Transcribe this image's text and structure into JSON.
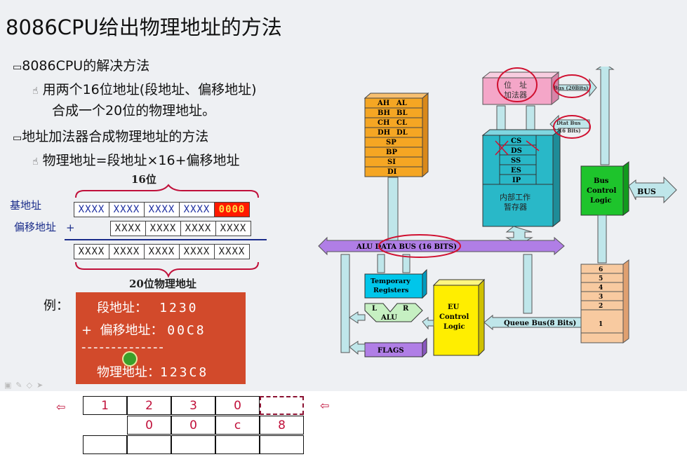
{
  "title": "8086CPU给出物理地址的方法",
  "bullets": {
    "b1": "8086CPU的解决方法",
    "b1_icon": "monitor-icon",
    "b2_line1": "用两个16位地址(段地址、偏移地址)",
    "b2_line2": "合成一个20位的物理地址。",
    "b2_icon": "hand-pointer-icon",
    "b3": "地址加法器合成物理地址的方法",
    "b3_icon": "monitor-icon",
    "b4": "物理地址=段地址×16+偏移地址",
    "b4_icon": "hand-pointer-icon"
  },
  "addr_diagram": {
    "label_16": "16位",
    "label_20": "20位物理地址",
    "base_label": "基地址",
    "offset_label": "偏移地址",
    "plus": "+",
    "base_cells": [
      "XXXX",
      "XXXX",
      "XXXX",
      "XXXX",
      "0000"
    ],
    "offset_cells": [
      "XXXX",
      "XXXX",
      "XXXX",
      "XXXX"
    ],
    "result_cells": [
      "XXXX",
      "XXXX",
      "XXXX",
      "XXXX",
      "XXXX"
    ]
  },
  "example": {
    "label": "例：",
    "seg_label": "段地址：",
    "seg_value": "1230",
    "plus": "+",
    "off_label": "偏移地址：",
    "off_value": "00C8",
    "divider": "--------------",
    "phys_label": "物理地址：",
    "phys_value": "123C8"
  },
  "cpu_diagram": {
    "registers": [
      "AH",
      "AL",
      "BH",
      "BL",
      "CH",
      "CL",
      "DH",
      "DL",
      "SP",
      "BP",
      "SI",
      "DI"
    ],
    "adder": "位　址 加法器",
    "adder_l1": "位　址",
    "adder_l2": "加法器",
    "bus_20": "Bus (20Bits)",
    "data_bus_l1": "Dtat Bus",
    "data_bus_l2": "(16 Bits)",
    "seg_regs": [
      "CS",
      "DS",
      "SS",
      "ES",
      "IP"
    ],
    "temp_regs_l1": "内部工作",
    "temp_regs_l2": "暂存器",
    "bus_ctrl_l1": "Bus",
    "bus_ctrl_l2": "Control",
    "bus_ctrl_l3": "Logic",
    "bus": "BUS",
    "alu_bus": "ALU DATA BUS (16 BITS)",
    "temp_l1": "Temporary",
    "temp_l2": "Registers",
    "alu_l": "L",
    "alu_r": "R",
    "alu": "ALU",
    "flags": "FLAGS",
    "eu_l1": "EU",
    "eu_l2": "Control",
    "eu_l3": "Logic",
    "queue_bus": "Queue  Bus(8 Bits)",
    "queue": [
      "6",
      "5",
      "4",
      "3",
      "2",
      "1"
    ]
  },
  "bottom_sketch": {
    "row1": [
      "1",
      "2",
      "3",
      "0",
      ""
    ],
    "row2": [
      "",
      "0",
      "0",
      "c",
      "8"
    ],
    "left_arrow": "⇦",
    "right_arrow": "⇦"
  },
  "colors": {
    "register_file": "#f5a623",
    "adder": "#f4a6c8",
    "segment_regs": "#29b8c8",
    "bus_control": "#1ec42c",
    "alu_bus": "#b07ee6",
    "eu_control": "#ffee00",
    "queue": "#f8caa0",
    "example_box": "#d24a2b",
    "ink_red": "#c0103a"
  }
}
